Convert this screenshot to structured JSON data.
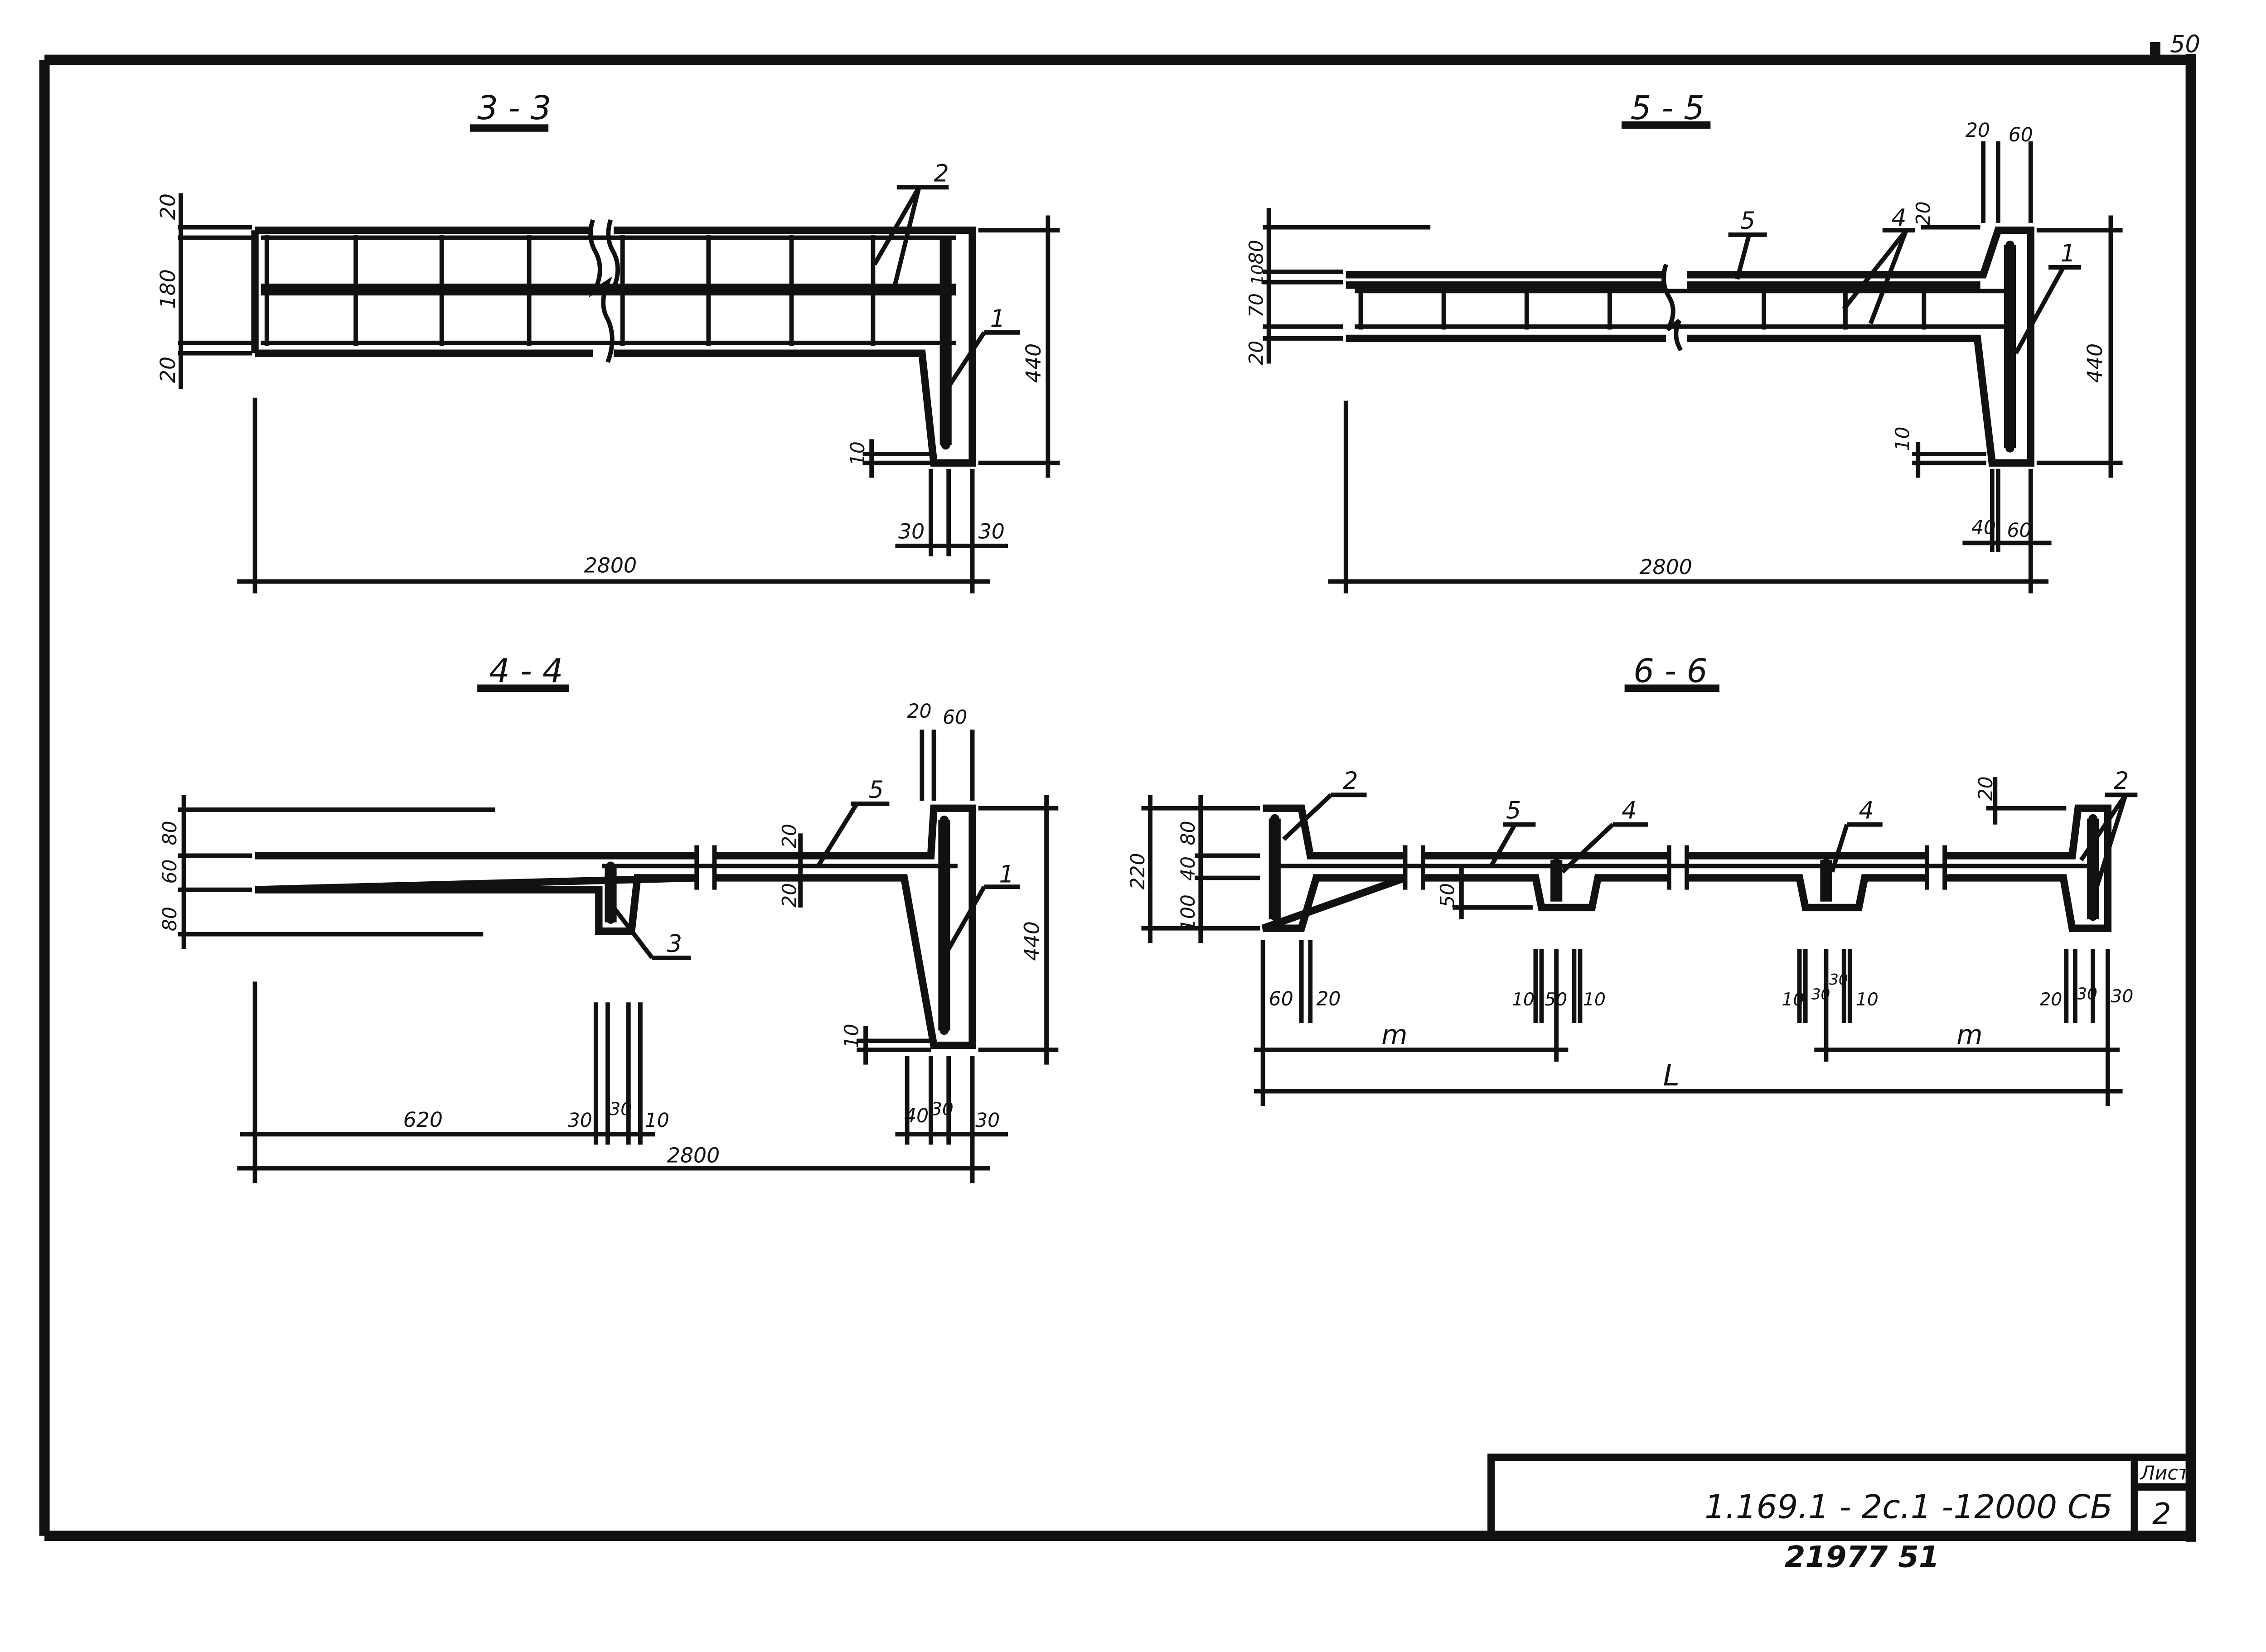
{
  "sheet_number_top": "50",
  "sections": {
    "s33": {
      "title": "3 - 3",
      "dims": {
        "top": "20",
        "mid": "180",
        "bot": "20",
        "rib_tip": "10",
        "w1": "30",
        "w2": "30",
        "total": "2800",
        "height": "440"
      },
      "marks": {
        "m2": "2",
        "m1": "1"
      }
    },
    "s55": {
      "title": "5 - 5",
      "dims": {
        "d80": "80",
        "d10": "10",
        "d70": "70",
        "d20": "20",
        "rib_top": "20",
        "rib_w": "60",
        "rib_sl": "20",
        "rib_tip": "10",
        "b40": "40",
        "b60": "60",
        "total": "2800",
        "height": "440"
      },
      "marks": {
        "m5": "5",
        "m4": "4",
        "m1": "1"
      }
    },
    "s44": {
      "title": "4 - 4",
      "dims": {
        "d80a": "80",
        "d60": "60",
        "d80b": "80",
        "rib_top": "20",
        "rib_w": "60",
        "s20a": "20",
        "s20b": "20",
        "rib_tip": "10",
        "b620": "620",
        "b30a": "30",
        "b30b": "30",
        "b10": "10",
        "b40": "40",
        "b30c": "30",
        "b30d": "30",
        "total": "2800",
        "height": "440"
      },
      "marks": {
        "m5": "5",
        "m3": "3",
        "m1": "1"
      }
    },
    "s66": {
      "title": "6 - 6",
      "dims": {
        "d220": "220",
        "d80": "80",
        "d40": "40",
        "d100": "100",
        "d50": "50",
        "d20r": "20",
        "b60": "60",
        "b20": "20",
        "c10a": "10",
        "c50": "50",
        "c10b": "10",
        "e10a": "10",
        "e30a": "30",
        "e30b": "30",
        "e10b": "10",
        "r20": "20",
        "r30a": "30",
        "r30b": "30",
        "m_left": "m",
        "m_right": "m",
        "L": "L"
      },
      "marks": {
        "m2l": "2",
        "m5": "5",
        "m4a": "4",
        "m4b": "4",
        "m2r": "2"
      }
    }
  },
  "title_block": {
    "code": "1.169.1 - 2c.1 -12000 СБ",
    "sheet_label": "Лист",
    "sheet_value": "2"
  },
  "footer_note": "21977 51"
}
